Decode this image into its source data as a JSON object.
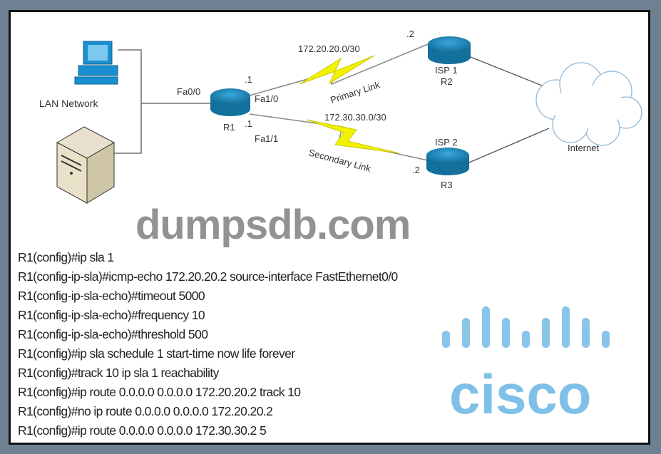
{
  "diagram": {
    "lan_label": "LAN Network",
    "r1": {
      "name": "R1",
      "fa00": "Fa0/0",
      "fa10": "Fa1/0",
      "fa11": "Fa1/1",
      "ip_primary": ".1",
      "ip_secondary": ".1"
    },
    "r2": {
      "isp": "ISP 1",
      "name": "R2",
      "ip": ".2"
    },
    "r3": {
      "isp": "ISP 2",
      "name": "R3",
      "ip": ".2"
    },
    "primary": {
      "subnet": "172.20.20.0/30",
      "label": "Primary Link"
    },
    "secondary": {
      "subnet": "172.30.30.0/30",
      "label": "Secondary Link"
    },
    "internet": "Internet",
    "colors": {
      "router": "#1d8fc4",
      "link": "#f2f200",
      "background": "#6e8193"
    }
  },
  "config_lines": [
    "R1(config)#ip sla 1",
    "R1(config-ip-sla)#icmp-echo 172.20.20.2 source-interface FastEthernet0/0",
    "R1(config-ip-sla-echo)#timeout 5000",
    "R1(config-ip-sla-echo)#frequency 10",
    "R1(config-ip-sla-echo)#threshold 500",
    "R1(config)#ip sla schedule 1 start-time now life forever",
    "R1(config)#track 10 ip sla 1 reachability",
    "R1(config)#ip route 0.0.0.0 0.0.0.0 172.20.20.2  track 10",
    "R1(config)#no ip route 0.0.0.0 0.0.0.0 172.20.20.2",
    "R1(config)#ip route 0.0.0.0 0.0.0.0 172.30.30.2  5"
  ],
  "watermarks": {
    "site": "dumpsdb.com",
    "logo": "cisco"
  }
}
